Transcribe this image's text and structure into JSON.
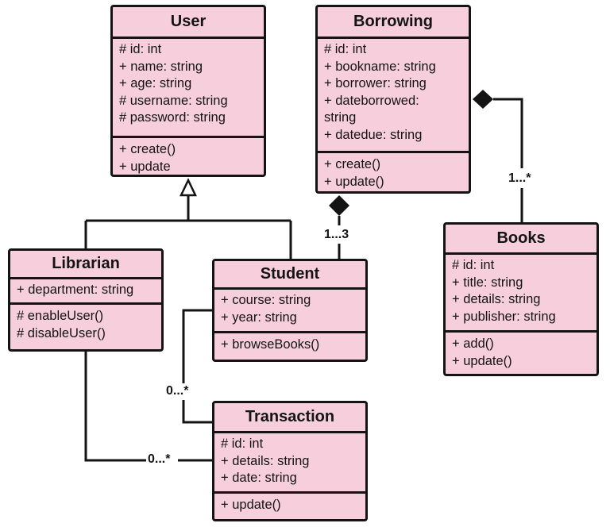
{
  "classes": {
    "user": {
      "name": "User",
      "attributes": [
        "# id: int",
        "+ name: string",
        "+ age: string",
        "# username: string",
        "# password: string"
      ],
      "methods": [
        "+ create()",
        "+ update"
      ]
    },
    "borrowing": {
      "name": "Borrowing",
      "attributes": [
        "# id: int",
        "+ bookname: string",
        "+ borrower: string",
        "+ dateborrowed:",
        "string",
        "+ datedue: string"
      ],
      "methods": [
        "+ create()",
        "+ update()"
      ]
    },
    "librarian": {
      "name": "Librarian",
      "attributes": [
        "+ department: string"
      ],
      "methods": [
        "# enableUser()",
        "# disableUser()"
      ]
    },
    "student": {
      "name": "Student",
      "attributes": [
        "+ course: string",
        "+ year: string"
      ],
      "methods": [
        "+ browseBooks()"
      ]
    },
    "books": {
      "name": "Books",
      "attributes": [
        "# id: int",
        "+ title: string",
        "+ details: string",
        "+ publisher: string"
      ],
      "methods": [
        "+ add()",
        "+ update()"
      ]
    },
    "transaction": {
      "name": "Transaction",
      "attributes": [
        "# id: int",
        "+ details: string",
        "+ date: string"
      ],
      "methods": [
        "+ update()"
      ]
    }
  },
  "relations": {
    "borrowing_books": "1...*",
    "borrowing_student": "1...3",
    "student_transaction": "0...*",
    "librarian_transaction": "0...*"
  },
  "colors": {
    "box_fill": "#f7cfdc",
    "line": "#141414",
    "background": "#ffffff"
  }
}
